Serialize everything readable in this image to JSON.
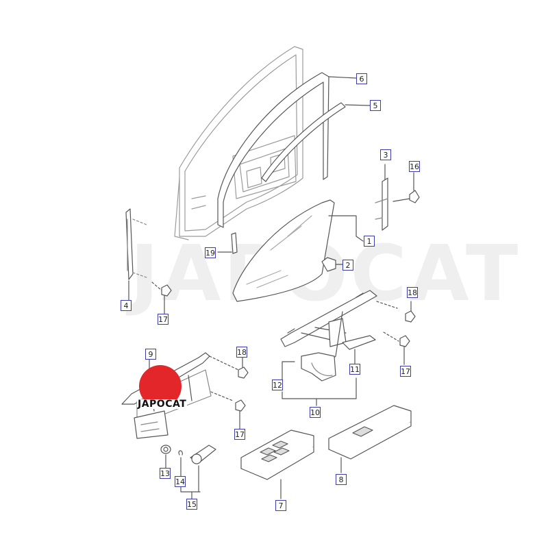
{
  "watermark": "JAPOCAT",
  "logo": {
    "text": "JAPOCAT",
    "color": "#e2262a"
  },
  "callout_color": "#3b3bb0",
  "callouts": {
    "c1": "1",
    "c2": "2",
    "c3": "3",
    "c4": "4",
    "c5": "5",
    "c6": "6",
    "c7": "7",
    "c8": "8",
    "c9": "9",
    "c10": "10",
    "c11": "11",
    "c12": "12",
    "c13": "13",
    "c14": "14",
    "c15": "15",
    "c16": "16",
    "c17a": "17",
    "c17b": "17",
    "c17c": "17",
    "c18a": "18",
    "c18b": "18",
    "c19": "19"
  }
}
